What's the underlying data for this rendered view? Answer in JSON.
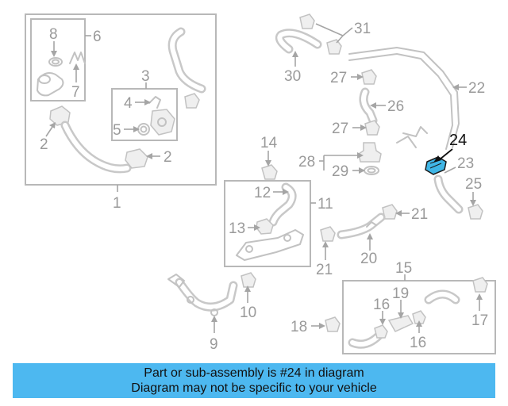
{
  "callouts": {
    "n1": "1",
    "n2a": "2",
    "n2b": "2",
    "n3": "3",
    "n4": "4",
    "n5": "5",
    "n6": "6",
    "n7": "7",
    "n8": "8",
    "n9": "9",
    "n10": "10",
    "n11": "11",
    "n12": "12",
    "n13": "13",
    "n14": "14",
    "n15": "15",
    "n16a": "16",
    "n16b": "16",
    "n17": "17",
    "n18": "18",
    "n19": "19",
    "n20": "20",
    "n21a": "21",
    "n21b": "21",
    "n22": "22",
    "n23": "23",
    "n24": "24",
    "n25": "25",
    "n26": "26",
    "n27a": "27",
    "n27b": "27",
    "n28": "28",
    "n29": "29",
    "n30": "30",
    "n31": "31"
  },
  "highlighted_part": "24",
  "highlight_color": "#3fb6e6",
  "banner": {
    "line1": "Part or sub-assembly is #24 in diagram",
    "line2": "Diagram may not be specific to your vehicle",
    "background": "#4db8f0"
  }
}
